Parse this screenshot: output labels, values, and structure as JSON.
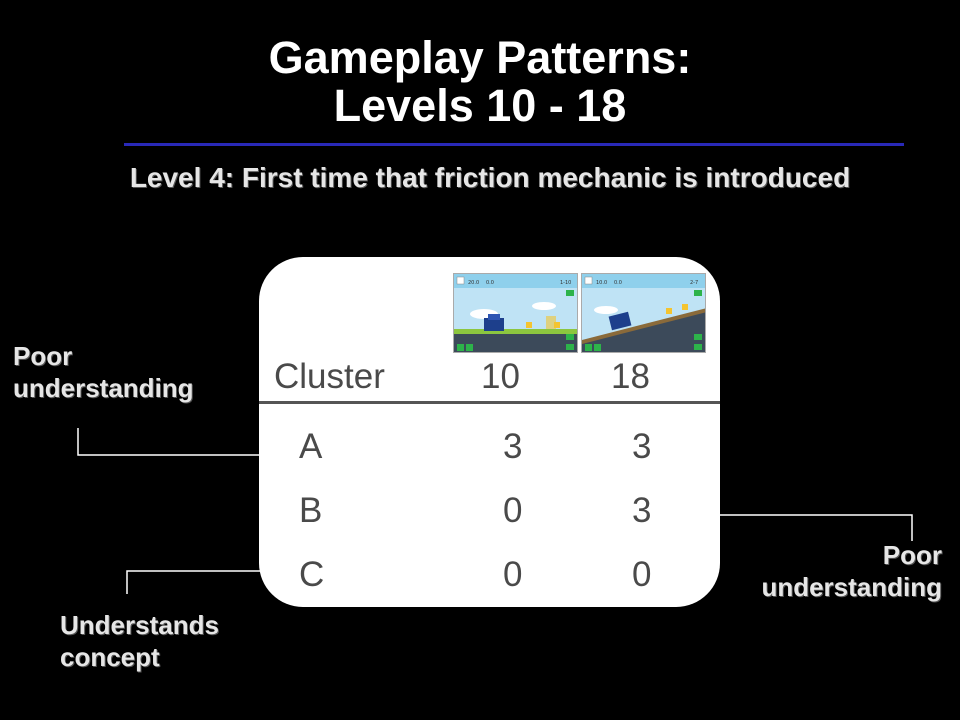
{
  "title": {
    "line1": "Gameplay Patterns:",
    "line2": "Levels 10 - 18"
  },
  "subtitle": "Level 4: First time that friction mechanic is introduced",
  "colors": {
    "rule": "#2929b8",
    "background": "#000000",
    "panel": "#ffffff",
    "table_text": "#4a4a4a"
  },
  "thumbnails": [
    {
      "score": "20.0",
      "value": "0.0",
      "level": "1-10"
    },
    {
      "score": "10.0",
      "value": "0.0",
      "level": "2-7"
    }
  ],
  "table": {
    "columns": [
      "Cluster",
      "10",
      "18"
    ],
    "rows": [
      {
        "cluster": "A",
        "c10": "3",
        "c18": "3"
      },
      {
        "cluster": "B",
        "c10": "0",
        "c18": "3"
      },
      {
        "cluster": "C",
        "c10": "0",
        "c18": "0"
      }
    ]
  },
  "annotations": {
    "left_top": {
      "line1": "Poor",
      "line2": "understanding"
    },
    "right": {
      "line1": "Poor",
      "line2": "understanding"
    },
    "left_bottom": {
      "line1": "Understands",
      "line2": "concept"
    }
  }
}
